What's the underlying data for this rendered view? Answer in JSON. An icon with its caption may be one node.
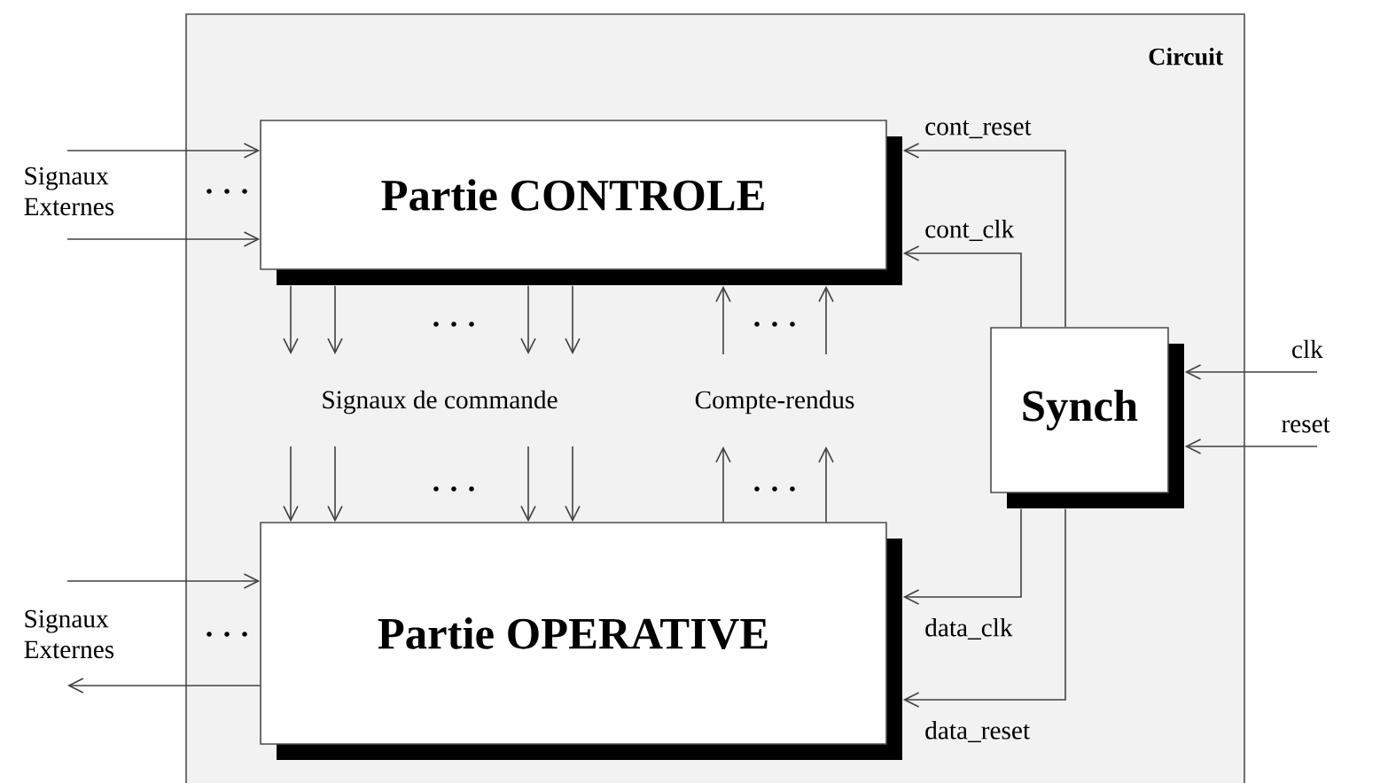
{
  "diagram": {
    "nodes": [
      {
        "text": [
          "Circuit"
        ]
      },
      {
        "text": [
          "Partie CONTROLE"
        ],
        "in": 0
      },
      {
        "text": [
          "Partie OPERATIVE"
        ],
        "in": 0
      },
      {
        "text": [
          "Synch"
        ],
        "in": 0
      },
      {
        "text": [
          "Signaux Externes"
        ]
      },
      {
        "text": [
          "Signaux Externes"
        ]
      }
    ],
    "edges": [
      {
        "from": 4,
        "to": 1,
        "arrow": "to"
      },
      {
        "from": 4,
        "to": 1,
        "arrow": "to"
      },
      {
        "from": 5,
        "to": 2,
        "arrow": "to"
      },
      {
        "from": 2,
        "to": 5,
        "arrow": "to"
      },
      {
        "from": 1,
        "to": null,
        "arrow": "to"
      },
      {
        "from": 1,
        "to": null,
        "arrow": "to"
      },
      {
        "from": 1,
        "to": null,
        "arrow": "to"
      },
      {
        "from": 1,
        "to": null,
        "arrow": "to"
      },
      {
        "from": null,
        "to": 2,
        "arrow": "to"
      },
      {
        "from": null,
        "to": 2,
        "arrow": "to"
      },
      {
        "from": null,
        "to": 2,
        "arrow": "to"
      },
      {
        "from": null,
        "to": 2,
        "arrow": "to"
      },
      {
        "from": 2,
        "to": null,
        "arrow": "to"
      },
      {
        "from": 2,
        "to": null,
        "arrow": "to"
      },
      {
        "from": null,
        "to": 1,
        "arrow": "to"
      },
      {
        "from": null,
        "to": 1,
        "arrow": "to"
      },
      {
        "from": 3,
        "to": 1,
        "label": "cont_reset",
        "arrow": "to"
      },
      {
        "from": 3,
        "to": 1,
        "label": "cont_clk",
        "arrow": "to"
      },
      {
        "from": 3,
        "to": 2,
        "label": "data_clk",
        "arrow": "to"
      },
      {
        "from": 3,
        "to": 2,
        "label": "data_reset",
        "arrow": "to"
      },
      {
        "from": null,
        "to": 3,
        "label": "clk",
        "arrow": "to"
      },
      {
        "from": null,
        "to": 3,
        "label": "reset",
        "arrow": "to"
      }
    ],
    "labels": [
      "Signaux de commande",
      "Compte-rendus"
    ]
  }
}
